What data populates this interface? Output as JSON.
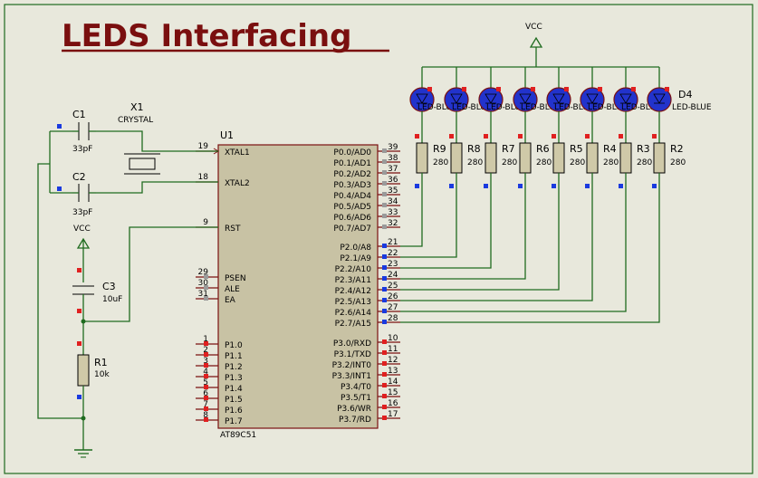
{
  "title": "LEDS Interfacing",
  "colors": {
    "background": "#e8e8dc",
    "wire": "#1f6b1f",
    "chip_fill": "#c8c2a4",
    "title": "#7a0f0f",
    "led": "#2233cc",
    "marker_red": "#e02020",
    "marker_blue": "#1a3adf"
  },
  "mcu": {
    "ref": "U1",
    "part": "AT89C51",
    "left_pins": [
      {
        "num": "19",
        "name": "XTAL1"
      },
      {
        "num": "18",
        "name": "XTAL2"
      },
      {
        "num": "9",
        "name": "RST"
      },
      {
        "num": "29",
        "name": "PSEN"
      },
      {
        "num": "30",
        "name": "ALE"
      },
      {
        "num": "31",
        "name": "EA"
      },
      {
        "num": "1",
        "name": "P1.0"
      },
      {
        "num": "2",
        "name": "P1.1"
      },
      {
        "num": "3",
        "name": "P1.2"
      },
      {
        "num": "4",
        "name": "P1.3"
      },
      {
        "num": "5",
        "name": "P1.4"
      },
      {
        "num": "6",
        "name": "P1.5"
      },
      {
        "num": "7",
        "name": "P1.6"
      },
      {
        "num": "8",
        "name": "P1.7"
      }
    ],
    "right_pins": [
      {
        "num": "39",
        "name": "P0.0/AD0"
      },
      {
        "num": "38",
        "name": "P0.1/AD1"
      },
      {
        "num": "37",
        "name": "P0.2/AD2"
      },
      {
        "num": "36",
        "name": "P0.3/AD3"
      },
      {
        "num": "35",
        "name": "P0.4/AD4"
      },
      {
        "num": "34",
        "name": "P0.5/AD5"
      },
      {
        "num": "33",
        "name": "P0.6/AD6"
      },
      {
        "num": "32",
        "name": "P0.7/AD7"
      },
      {
        "num": "21",
        "name": "P2.0/A8"
      },
      {
        "num": "22",
        "name": "P2.1/A9"
      },
      {
        "num": "23",
        "name": "P2.2/A10"
      },
      {
        "num": "24",
        "name": "P2.3/A11"
      },
      {
        "num": "25",
        "name": "P2.4/A12"
      },
      {
        "num": "26",
        "name": "P2.5/A13"
      },
      {
        "num": "27",
        "name": "P2.6/A14"
      },
      {
        "num": "28",
        "name": "P2.7/A15"
      },
      {
        "num": "10",
        "name": "P3.0/RXD"
      },
      {
        "num": "11",
        "name": "P3.1/TXD"
      },
      {
        "num": "12",
        "name": "P3.2/INT0"
      },
      {
        "num": "13",
        "name": "P3.3/INT1"
      },
      {
        "num": "14",
        "name": "P3.4/T0"
      },
      {
        "num": "15",
        "name": "P3.5/T1"
      },
      {
        "num": "16",
        "name": "P3.6/WR"
      },
      {
        "num": "17",
        "name": "P3.7/RD"
      }
    ]
  },
  "crystal": {
    "ref": "X1",
    "value": "CRYSTAL"
  },
  "caps": [
    {
      "ref": "C1",
      "value": "33pF"
    },
    {
      "ref": "C2",
      "value": "33pF"
    },
    {
      "ref": "C3",
      "value": "10uF"
    }
  ],
  "reset_res": {
    "ref": "R1",
    "value": "10k"
  },
  "vcc_label": "VCC",
  "resistors": [
    {
      "ref": "R9",
      "value": "280"
    },
    {
      "ref": "R8",
      "value": "280"
    },
    {
      "ref": "R7",
      "value": "280"
    },
    {
      "ref": "R6",
      "value": "280"
    },
    {
      "ref": "R5",
      "value": "280"
    },
    {
      "ref": "R4",
      "value": "280"
    },
    {
      "ref": "R3",
      "value": "280"
    },
    {
      "ref": "R2",
      "value": "280"
    }
  ],
  "leds": [
    {
      "ref": "D4",
      "label": "LED-BLUE"
    }
  ],
  "led_overlap_text": "LED-BLUE"
}
